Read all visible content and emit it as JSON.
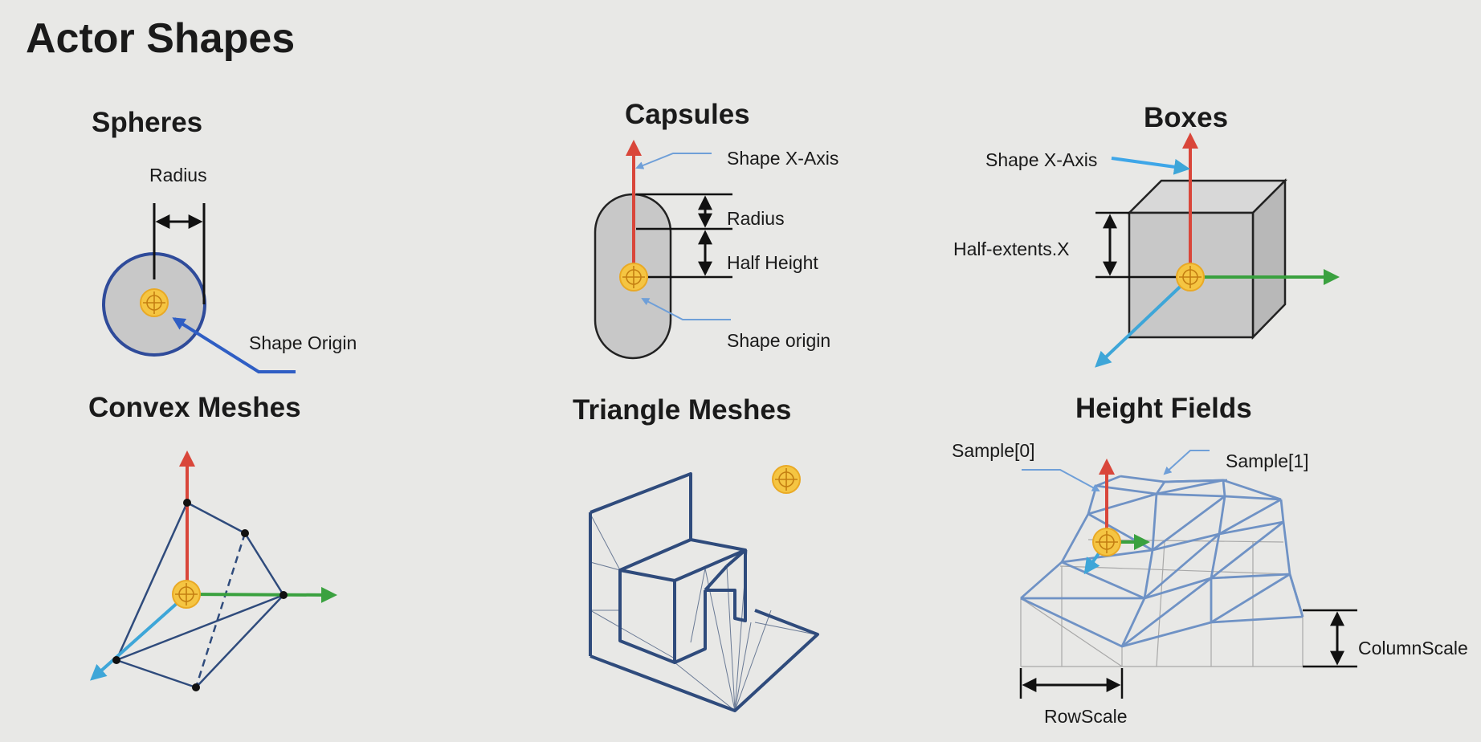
{
  "title": "Actor Shapes",
  "sections": {
    "spheres": {
      "title": "Spheres",
      "radius": "Radius",
      "origin": "Shape Origin"
    },
    "capsules": {
      "title": "Capsules",
      "x_axis": "Shape X-Axis",
      "radius": "Radius",
      "half_height": "Half Height",
      "origin": "Shape origin"
    },
    "boxes": {
      "title": "Boxes",
      "x_axis": "Shape X-Axis",
      "half_extents": "Half-extents.X"
    },
    "convex": {
      "title": "Convex Meshes"
    },
    "triangle": {
      "title": "Triangle Meshes"
    },
    "heightfields": {
      "title": "Height Fields",
      "sample0": "Sample[0]",
      "sample1": "Sample[1]",
      "column_scale": "ColumnScale",
      "row_scale": "RowScale"
    }
  },
  "colors": {
    "background": "#e8e8e6",
    "axis_x": "#d9463a",
    "axis_y": "#3aa13f",
    "axis_z": "#3ea6d8",
    "outline": "#2f4b7c",
    "pointer": "#6f9fd8",
    "origin_fill": "#f5c542",
    "shape_fill": "#c8c8c8"
  },
  "icons": [
    "origin-marker-icon",
    "arrow-icon"
  ]
}
